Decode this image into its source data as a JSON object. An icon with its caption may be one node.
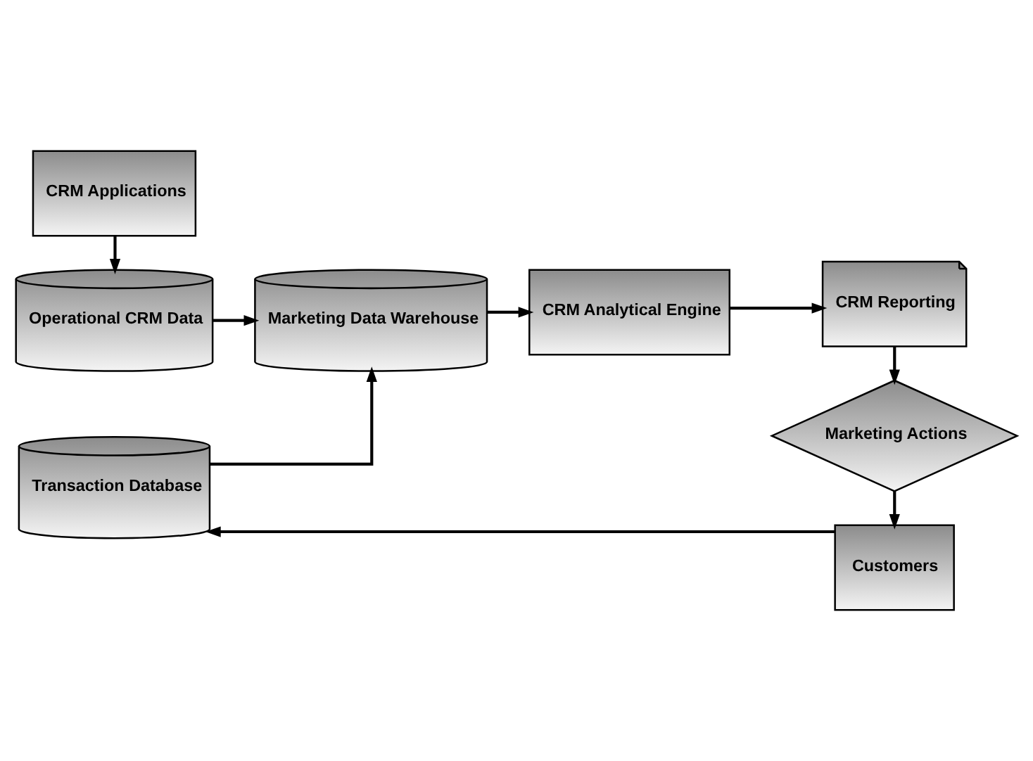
{
  "diagram": {
    "nodes": [
      {
        "text": [
          "CRM Applications"
        ]
      },
      {
        "text": [
          "Operational CRM Data"
        ]
      },
      {
        "text": [
          "Transaction Database"
        ]
      },
      {
        "text": [
          "Marketing Data Warehouse"
        ]
      },
      {
        "text": [
          "CRM Analytical Engine"
        ]
      },
      {
        "text": [
          "CRM Reporting"
        ]
      },
      {
        "text": [
          "Marketing Actions"
        ]
      },
      {
        "text": [
          "Customers"
        ]
      }
    ],
    "edges": [
      {
        "from": 0,
        "to": 1,
        "arrow": "to"
      },
      {
        "from": 1,
        "to": 3,
        "arrow": "to"
      },
      {
        "from": 2,
        "to": 3,
        "arrow": "to"
      },
      {
        "from": 3,
        "to": 4,
        "arrow": "to"
      },
      {
        "from": 4,
        "to": 5,
        "arrow": "to"
      },
      {
        "from": 5,
        "to": 6,
        "arrow": "to"
      },
      {
        "from": 6,
        "to": 7,
        "arrow": "to"
      },
      {
        "from": 7,
        "to": 2,
        "arrow": "to"
      }
    ]
  }
}
